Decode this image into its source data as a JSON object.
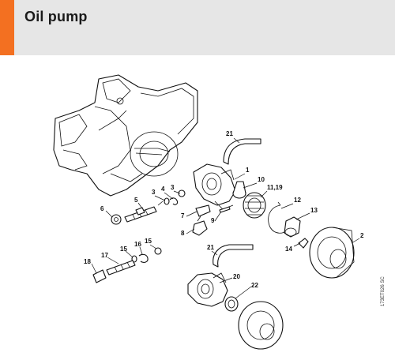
{
  "page": {
    "title": "Oil pump",
    "accent_color": "#f37021",
    "header_bg": "#e6e6e6"
  },
  "diagram": {
    "labels": [
      {
        "id": "l21a",
        "text": "21"
      },
      {
        "id": "l1",
        "text": "1"
      },
      {
        "id": "l10",
        "text": "10"
      },
      {
        "id": "l1119",
        "text": "11,19"
      },
      {
        "id": "l12",
        "text": "12"
      },
      {
        "id": "l13",
        "text": "13"
      },
      {
        "id": "l2",
        "text": "2"
      },
      {
        "id": "l14",
        "text": "14"
      },
      {
        "id": "l3a",
        "text": "3"
      },
      {
        "id": "l4",
        "text": "4"
      },
      {
        "id": "l3b",
        "text": "3"
      },
      {
        "id": "l5",
        "text": "5"
      },
      {
        "id": "l6",
        "text": "6"
      },
      {
        "id": "l7",
        "text": "7"
      },
      {
        "id": "l9",
        "text": "9"
      },
      {
        "id": "l8",
        "text": "8"
      },
      {
        "id": "l21b",
        "text": "21"
      },
      {
        "id": "l20",
        "text": "20"
      },
      {
        "id": "l22",
        "text": "22"
      },
      {
        "id": "l15a",
        "text": "15"
      },
      {
        "id": "l16",
        "text": "16"
      },
      {
        "id": "l15b",
        "text": "15"
      },
      {
        "id": "l17",
        "text": "17"
      },
      {
        "id": "l18",
        "text": "18"
      }
    ],
    "document_number": "173ET026 SC"
  }
}
